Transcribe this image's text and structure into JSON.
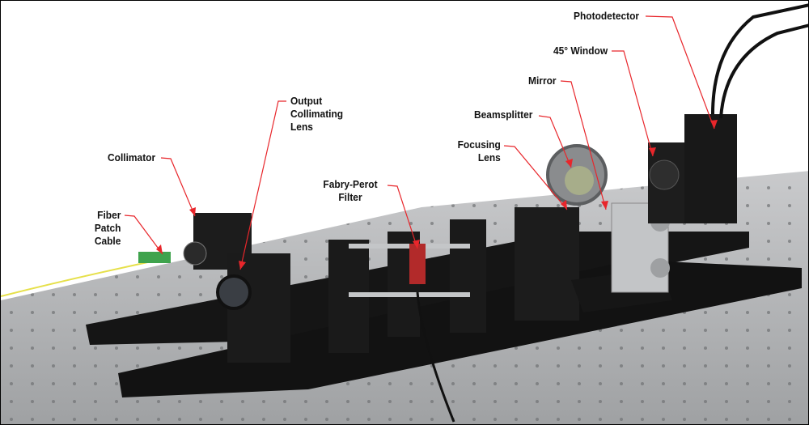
{
  "labels": {
    "photodetector": "Photodetector",
    "window": "45° Window",
    "mirror": "Mirror",
    "beamsplitter": "Beamsplitter",
    "focusing_lens": [
      "Focusing",
      "Lens"
    ],
    "fabry_perot": [
      "Fabry-Perot",
      "Filter"
    ],
    "output_collimating_lens": [
      "Output",
      "Collimating",
      "Lens"
    ],
    "collimator": "Collimator",
    "fiber_patch_cable": [
      "Fiber",
      "Patch",
      "Cable"
    ]
  },
  "colors": {
    "callout": "#e8262b",
    "table": "#a9abad",
    "anodized": "#1a1a1a",
    "fiber": "#e6e04a"
  }
}
